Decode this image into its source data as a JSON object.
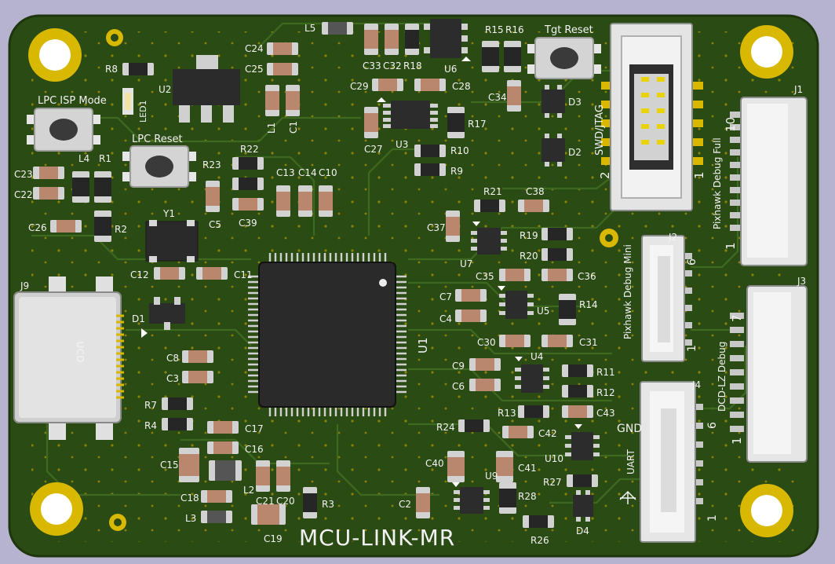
{
  "board": {
    "title": "MCU-LINK-MR",
    "colors": {
      "background": "#b5b3cf",
      "solder_mask": "#2b4b14",
      "mask_light": "#335a18",
      "copper_trace": "#3e6a20",
      "gold": "#d8b800",
      "silkscreen": "#f2f2f2",
      "ic_body": "#2c2c2c",
      "cap_body": "#b9876e",
      "connector_white": "#e6e6e6"
    }
  },
  "labels": {
    "buttons": {
      "lpc_isp": "LPC ISP Mode",
      "lpc_reset": "LPC Reset",
      "tgt_reset": "Tgt Reset"
    },
    "connectors": {
      "swd": "SWD/JTAG",
      "pix_full": "Pixhawk Debug Full",
      "pix_mini": "Pixhawk Debug Mini",
      "dcd": "DCD-LZ Debug",
      "uart": "UART",
      "gnd": "GND",
      "usb_mark": "ᴜᴄᴅ"
    },
    "pins": {
      "swd_2": "2",
      "swd_1": "1",
      "j1_10": "10",
      "j1_1": "1",
      "j2_6": "6",
      "j2_1": "1",
      "j3_7": "7",
      "j3_1": "1",
      "uart_6": "6",
      "uart_1": "1"
    },
    "refs": {
      "j1": "J1",
      "j2": "J2",
      "j3": "J3",
      "j4": "J4",
      "j9": "J9",
      "u1": "U1",
      "u2": "U2",
      "u3": "U3",
      "u4": "U4",
      "u5": "U5",
      "u6": "U6",
      "u7": "U7",
      "u9": "U9",
      "u10": "U10",
      "d1": "D1",
      "d2": "D2",
      "d3": "D3",
      "d4": "D4",
      "led1": "LED1",
      "y1": "Y1",
      "l1": "L1",
      "l2": "L2",
      "l3": "L3",
      "l4": "L4",
      "l5": "L5",
      "r1": "R1",
      "r2": "R2",
      "r3": "R3",
      "r4": "R4",
      "r7": "R7",
      "r8": "R8",
      "r9": "R9",
      "r10": "R10",
      "r11": "R11",
      "r12": "R12",
      "r13": "R13",
      "r14": "R14",
      "r15": "R15",
      "r16": "R16",
      "r17": "R17",
      "r18": "R18",
      "r19": "R19",
      "r20": "R20",
      "r21": "R21",
      "r22": "R22",
      "r23": "R23",
      "r24": "R24",
      "r26": "R26",
      "r27": "R27",
      "r28": "R28",
      "c1": "C1",
      "c2": "C2",
      "c3": "C3",
      "c4": "C4",
      "c5": "C5",
      "c6": "C6",
      "c7": "C7",
      "c8": "C8",
      "c9": "C9",
      "c10": "C10",
      "c11": "C11",
      "c12": "C12",
      "c13": "C13",
      "c14": "C14",
      "c15": "C15",
      "c16": "C16",
      "c17": "C17",
      "c18": "C18",
      "c19": "C19",
      "c20": "C20",
      "c21": "C21",
      "c22": "C22",
      "c23": "C23",
      "c24": "C24",
      "c25": "C25",
      "c26": "C26",
      "c27": "C27",
      "c28": "C28",
      "c29": "C29",
      "c30": "C30",
      "c31": "C31",
      "c32": "C32",
      "c33": "C33",
      "c34": "C34",
      "c35": "C35",
      "c36": "C36",
      "c37": "C37",
      "c38": "C38",
      "c39": "C39",
      "c40": "C40",
      "c41": "C41",
      "c42": "C42",
      "c43": "C43"
    }
  }
}
